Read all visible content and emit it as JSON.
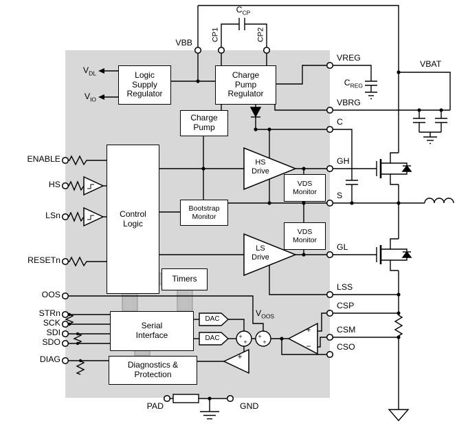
{
  "colors": {
    "chip_fill": "#d8d8d8",
    "bus_fill": "#c0c0c0",
    "line": "#000000"
  },
  "pins": {
    "enable": "ENABLE",
    "hs": "HS",
    "lsn": "LSn",
    "resetn": "RESETn",
    "oos": "OOS",
    "strn": "STRn",
    "sck": "SCK",
    "sdi": "SDI",
    "sdo": "SDO",
    "diag": "DIAG",
    "vreg": "VREG",
    "vbrg": "VBRG",
    "c": "C",
    "gh": "GH",
    "s": "S",
    "gl": "GL",
    "lss": "LSS",
    "csp": "CSP",
    "csm": "CSM",
    "cso": "CSO",
    "vbb": "VBB",
    "cp1": "CP1",
    "cp2": "CP2",
    "pad": "PAD",
    "gnd": "GND",
    "vbat": "VBAT"
  },
  "blocks": {
    "logic_supply_regulator": "Logic\nSupply\nRegulator",
    "charge_pump_regulator": "Charge\nPump\nRegulator",
    "charge_pump": "Charge\nPump",
    "control_logic": "Control\nLogic",
    "bootstrap_monitor": "Bootstrap\nMonitor",
    "vds_monitor": "VDS\nMonitor",
    "timers": "Timers",
    "serial_interface": "Serial\nInterface",
    "diagnostics": "Diagnostics &\nProtection",
    "hs_drive": "HS\nDrive",
    "ls_drive": "LS\nDrive",
    "dac": "DAC"
  },
  "subscripted": {
    "vdl": {
      "base": "V",
      "sub": "DL"
    },
    "vio": {
      "base": "V",
      "sub": "IO"
    },
    "ccp": {
      "base": "C",
      "sub": "CP"
    },
    "creg": {
      "base": "C",
      "sub": "REG"
    },
    "voos": {
      "base": "V",
      "sub": "OOS"
    }
  },
  "symbols": {
    "plus": "+",
    "minus": "−"
  }
}
